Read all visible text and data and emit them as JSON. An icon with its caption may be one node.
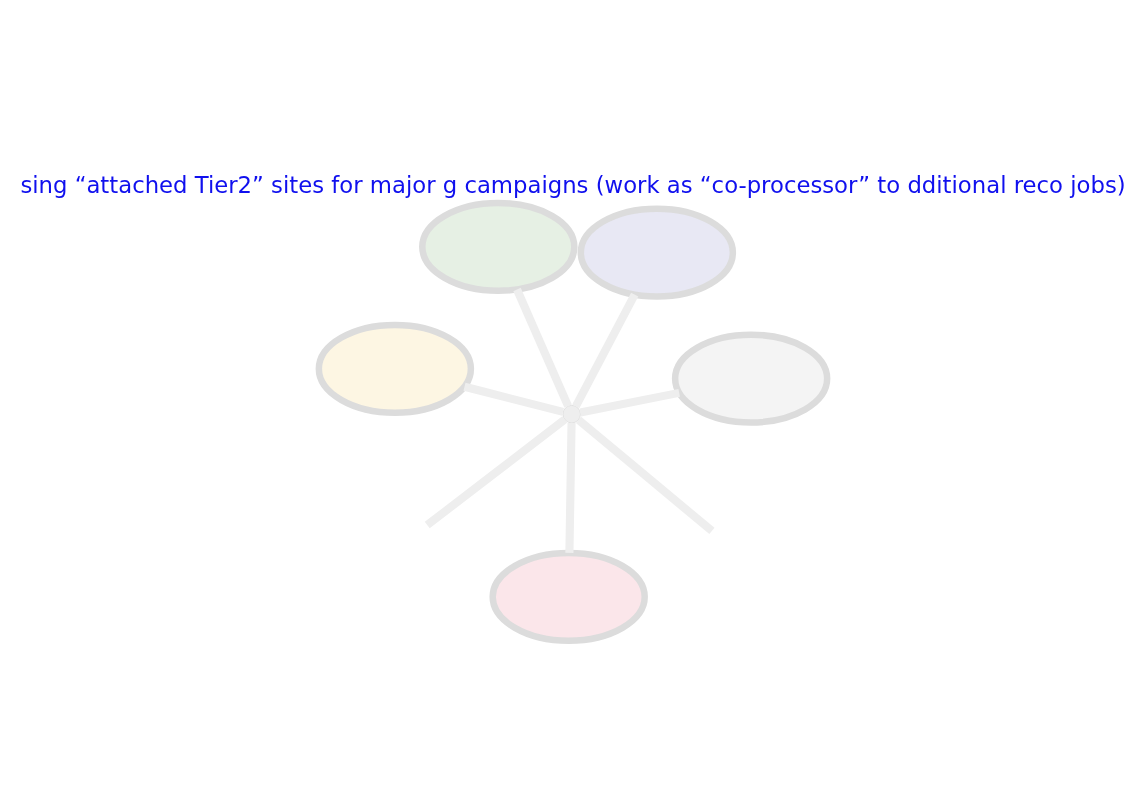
{
  "diagram": {
    "title": "sing “attached Tier2” sites for major g campaigns (work as “co-processor” to dditional reco jobs)",
    "nodes": [
      {
        "text": [],
        "shape": "ellipse"
      },
      {
        "text": [],
        "shape": "ellipse"
      },
      {
        "text": [],
        "shape": "ellipse"
      },
      {
        "text": [],
        "shape": "ellipse"
      },
      {
        "text": [],
        "shape": "ellipse"
      },
      {
        "text": [],
        "shape": "point"
      }
    ],
    "edges": [
      {
        "from": 0,
        "to": 5,
        "arrow": "none"
      },
      {
        "from": 1,
        "to": 5,
        "arrow": "none"
      },
      {
        "from": 2,
        "to": 5,
        "arrow": "none"
      },
      {
        "from": 5,
        "to": null,
        "arrow": "none"
      },
      {
        "from": 5,
        "to": null,
        "arrow": "none"
      },
      {
        "from": 3,
        "to": 5,
        "arrow": "none"
      },
      {
        "from": 4,
        "to": 5,
        "arrow": "none"
      }
    ]
  }
}
